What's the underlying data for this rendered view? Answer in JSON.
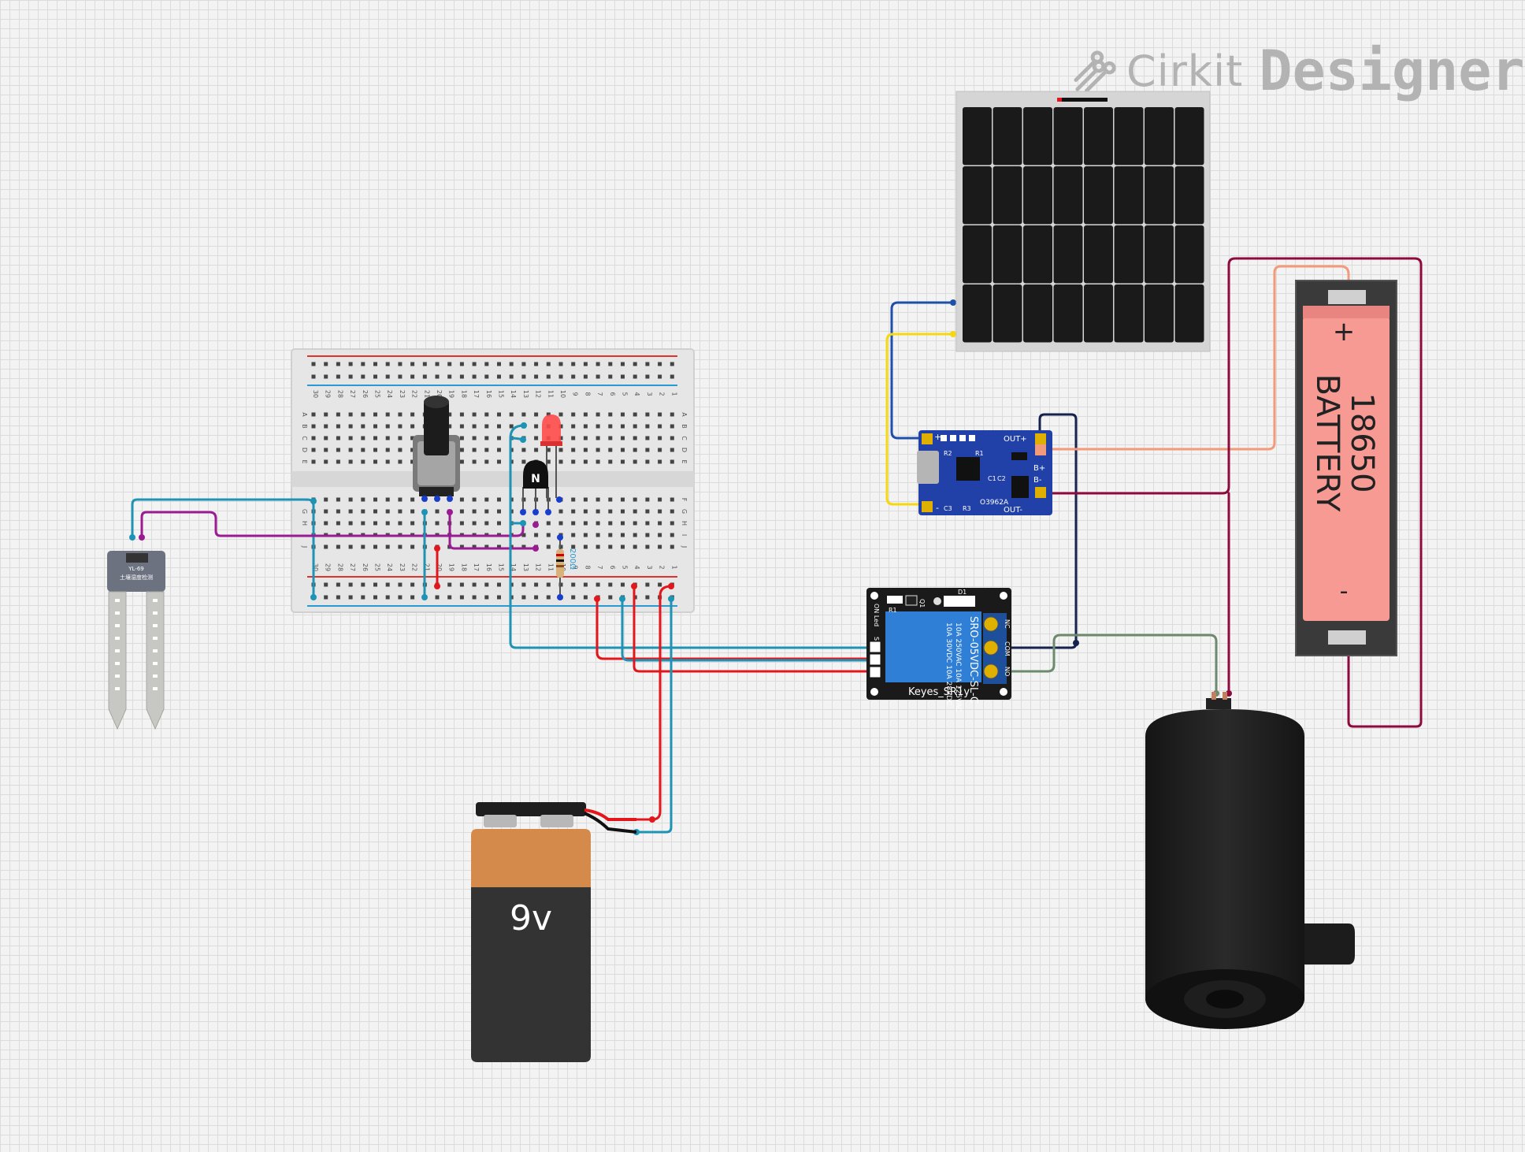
{
  "brand": {
    "word1": "Cirkit",
    "word2": "Designer"
  },
  "breadboard": {
    "columns_top": [
      "30",
      "29",
      "28",
      "27",
      "26",
      "25",
      "24",
      "23",
      "22",
      "21",
      "20",
      "19",
      "18",
      "17",
      "16",
      "15",
      "14",
      "13",
      "12",
      "11",
      "10",
      "9",
      "8",
      "7",
      "6",
      "5",
      "4",
      "3",
      "2",
      "1"
    ],
    "rows_top": [
      "A",
      "B",
      "C",
      "D",
      "E"
    ],
    "rows_bottom": [
      "F",
      "G",
      "H",
      "I",
      "J"
    ]
  },
  "components": {
    "battery_9v": {
      "label": "9v"
    },
    "battery_18650": {
      "line1": "18650",
      "line2": "BATTERY",
      "plus": "+",
      "minus": "-"
    },
    "relay": {
      "name": "Keyes_SR1y",
      "coil": "SRO-05VDC-SL-C",
      "spec1": "10A 250VAC  10A 125VAC",
      "spec2": "10A 30VDC  10A 28VDC",
      "pins": [
        "NC",
        "COM",
        "NO"
      ],
      "leds": "ON Led",
      "sig": "S+-",
      "r1": "R1",
      "d1": "D1",
      "q1": "Q1"
    },
    "charger": {
      "out_plus": "OUT+",
      "out_minus": "OUT-",
      "b_plus": "B+",
      "b_minus": "B-",
      "in_plus": "+",
      "in_minus": "-",
      "chip": "O3962A",
      "r1": "R1",
      "r2": "R2",
      "r3": "R3",
      "c1": "C1",
      "c2": "C2",
      "c3": "C3"
    },
    "transistor": {
      "label": "N"
    },
    "resistor": {
      "label": "200Ω"
    },
    "soil_sensor": {
      "label": "YL-69",
      "sublabel": "土壤湿度检测"
    }
  },
  "colors": {
    "wire_cyan": "#1e93b5",
    "wire_purple": "#9b1b93",
    "wire_red": "#e3171b",
    "wire_blue": "#1f4fa8",
    "wire_yellow": "#f5d812",
    "wire_navy": "#14224d",
    "wire_salmon": "#f29a7a",
    "wire_maroon": "#8e0a3c",
    "wire_gray_green": "#6d8a6f"
  }
}
